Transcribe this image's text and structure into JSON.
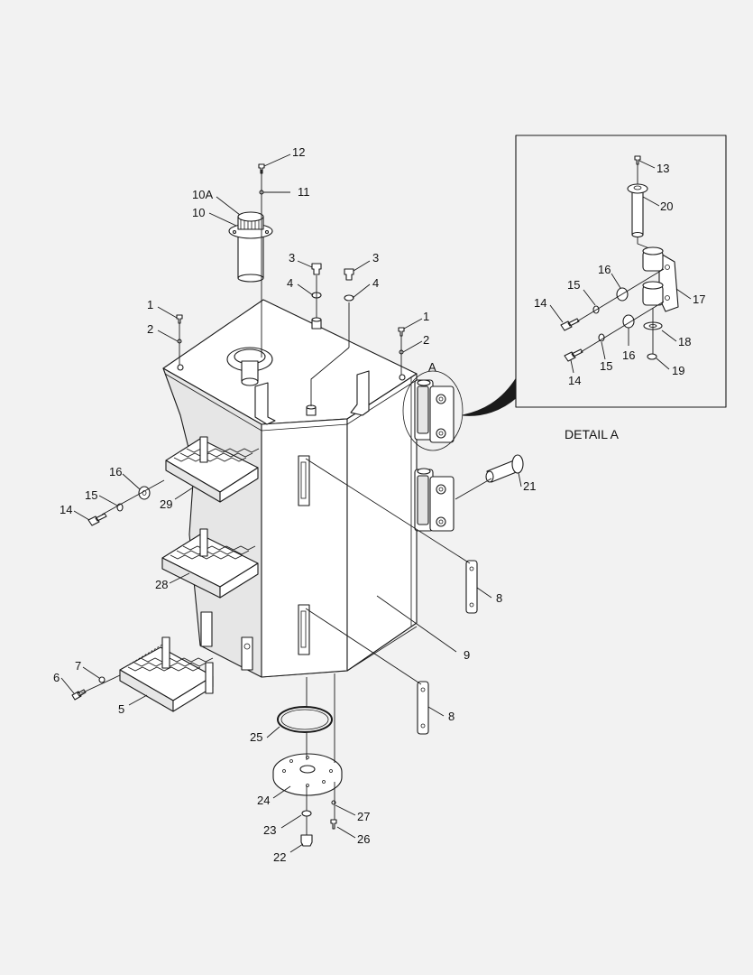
{
  "diagram": {
    "detail_label": "DETAIL A",
    "detail_marker": "A",
    "callouts": {
      "c1a": "1",
      "c1b": "1",
      "c2a": "2",
      "c2b": "2",
      "c3a": "3",
      "c3b": "3",
      "c4a": "4",
      "c4b": "4",
      "c5": "5",
      "c6": "6",
      "c7": "7",
      "c8a": "8",
      "c8b": "8",
      "c9": "9",
      "c10": "10",
      "c10a": "10A",
      "c11": "11",
      "c12": "12",
      "c13": "13",
      "c14a": "14",
      "c14b": "14",
      "c14c": "14",
      "c15a": "15",
      "c15b": "15",
      "c15c": "15",
      "c16a": "16",
      "c16b": "16",
      "c16c": "16",
      "c17": "17",
      "c18": "18",
      "c19": "19",
      "c20": "20",
      "c21": "21",
      "c22": "22",
      "c23": "23",
      "c24": "24",
      "c25": "25",
      "c26": "26",
      "c27": "27",
      "c28": "28",
      "c29": "29"
    }
  }
}
